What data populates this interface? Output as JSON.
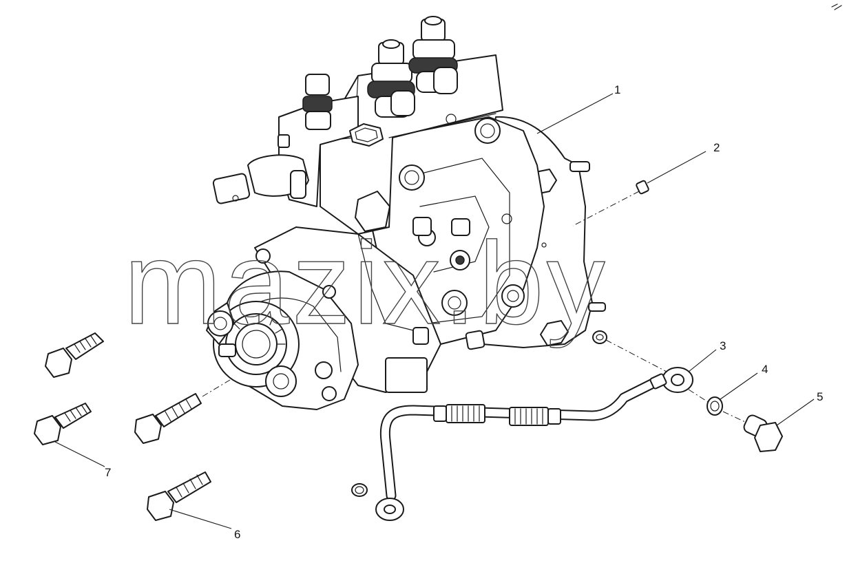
{
  "watermark": "mazix.by",
  "callouts": {
    "c1": "1",
    "c2": "2",
    "c3": "3",
    "c4": "4",
    "c5": "5",
    "c6": "6",
    "c7": "7"
  },
  "colors": {
    "line": "#1a1a1a",
    "background": "#ffffff"
  }
}
